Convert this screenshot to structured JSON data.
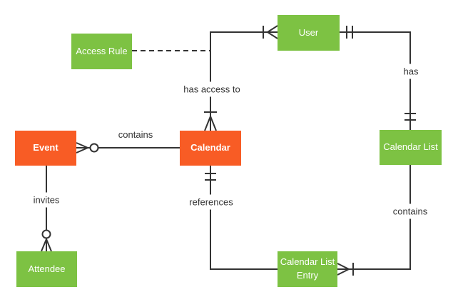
{
  "diagram": {
    "type": "entity-relationship-diagram",
    "notation": "crows-foot",
    "colors": {
      "green": "#7DC243",
      "orange": "#F85C25",
      "line": "#333333",
      "label_text": "#333333",
      "entity_text": "#ffffff"
    },
    "entities": [
      {
        "label": "User",
        "color": "green"
      },
      {
        "label": "Access Rule",
        "color": "green"
      },
      {
        "label": "Event",
        "color": "orange"
      },
      {
        "label": "Calendar",
        "color": "orange"
      },
      {
        "label": "Calendar List",
        "color": "green"
      },
      {
        "label": "Attendee",
        "color": "green"
      },
      {
        "label": "Calendar List Entry",
        "color": "green"
      }
    ],
    "relationships": [
      {
        "label": "has access to",
        "from": "User",
        "to": "Calendar",
        "from_cardinality": "one-or-many",
        "to_cardinality": "one-or-many"
      },
      {
        "label": "",
        "from": "Access Rule",
        "to": "has access to",
        "style": "dashed"
      },
      {
        "label": "contains",
        "from": "Event",
        "to": "Calendar",
        "from_cardinality": "zero-or-many"
      },
      {
        "label": "invites",
        "from": "Event",
        "to": "Attendee",
        "to_cardinality": "zero-or-many"
      },
      {
        "label": "references",
        "from": "Calendar",
        "to": "Calendar List Entry",
        "from_cardinality": "one-and-only-one"
      },
      {
        "label": "has",
        "from": "User",
        "to": "Calendar List",
        "from_cardinality": "one-and-only-one",
        "to_cardinality": "one-and-only-one"
      },
      {
        "label": "contains",
        "from": "Calendar List",
        "to": "Calendar List Entry",
        "to_cardinality": "one-or-many"
      }
    ]
  }
}
